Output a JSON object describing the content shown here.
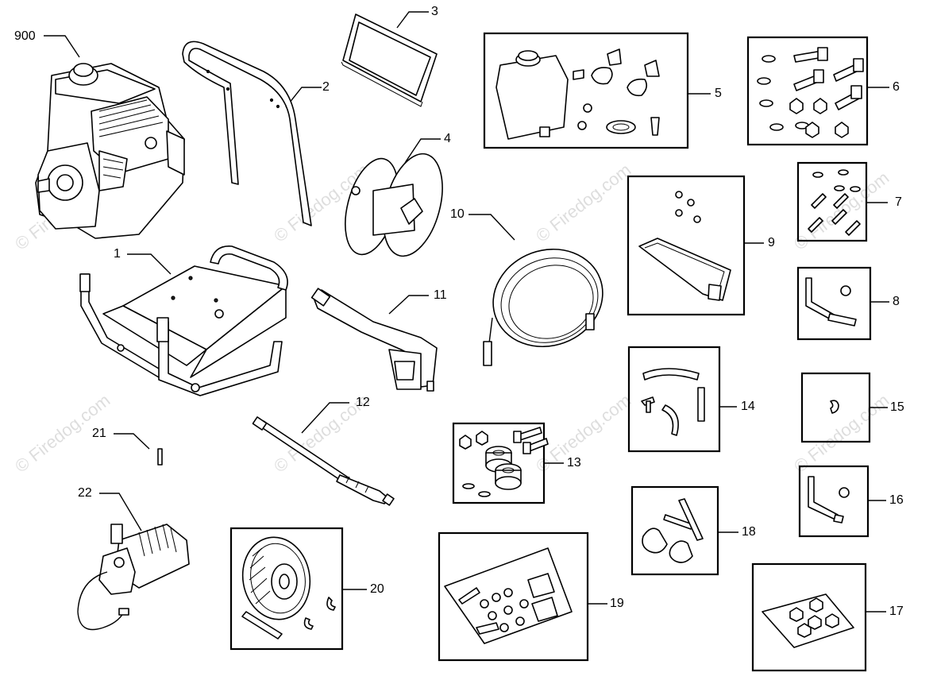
{
  "diagram": {
    "watermark": "© Firedog.com",
    "callouts": {
      "c900": "900",
      "c1": "1",
      "c2": "2",
      "c3": "3",
      "c4": "4",
      "c5": "5",
      "c6": "6",
      "c7": "7",
      "c8": "8",
      "c9": "9",
      "c10": "10",
      "c11": "11",
      "c12": "12",
      "c13": "13",
      "c14": "14",
      "c15": "15",
      "c16": "16",
      "c17": "17",
      "c18": "18",
      "c19": "19",
      "c20": "20",
      "c21": "21",
      "c22": "22"
    }
  }
}
